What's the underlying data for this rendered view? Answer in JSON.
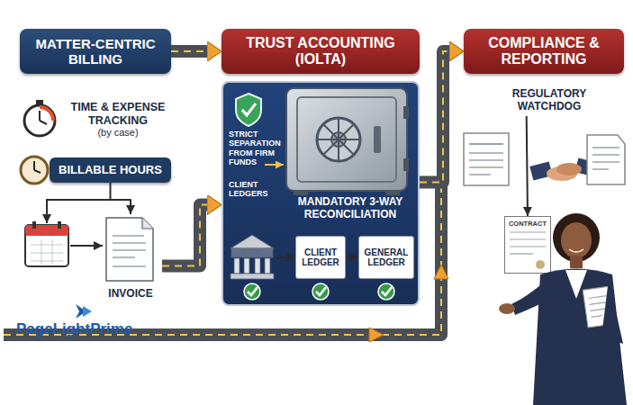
{
  "diagram": {
    "nodes": [
      {
        "text": [
          "MATTER-CENTRIC BILLING"
        ]
      },
      {
        "text": [
          "TIME & EXPENSE TRACKING",
          "(by case)"
        ]
      },
      {
        "text": [
          "BILLABLE HOURS"
        ]
      },
      {
        "text": [
          "INVOICE"
        ]
      },
      {
        "text": [
          "TRUST ACCOUNTING (IOLTA)"
        ]
      },
      {
        "text": [
          "STRICT SEPARATION FROM FIRM FUNDS",
          "CLIENT LEDGERS",
          "MANDATORY 3-WAY RECONCILIATION"
        ]
      },
      {
        "text": [
          "BANK"
        ],
        "in": 5
      },
      {
        "text": [
          "CLIENT LEDGER"
        ],
        "in": 5
      },
      {
        "text": [
          "GENERAL LEDGER"
        ],
        "in": 5
      },
      {
        "text": [
          "COMPLIANCE & REPORTING"
        ]
      },
      {
        "text": [
          "REGULATORY WATCHDOG"
        ]
      },
      {
        "text": [
          "CONTRACT"
        ]
      }
    ],
    "edges": [
      {
        "from": 0,
        "to": 4,
        "arrow": "to"
      },
      {
        "from": 2,
        "to": 3,
        "arrow": "to"
      },
      {
        "from": 3,
        "to": 5,
        "arrow": "to"
      },
      {
        "from": 6,
        "to": 7,
        "arrow": "to"
      },
      {
        "from": 7,
        "to": 8,
        "arrow": "to"
      },
      {
        "from": 5,
        "to": 9,
        "arrow": "to"
      },
      {
        "from": 10,
        "to": 11,
        "arrow": "to"
      }
    ],
    "labels": [
      "PageLightPrime"
    ]
  }
}
